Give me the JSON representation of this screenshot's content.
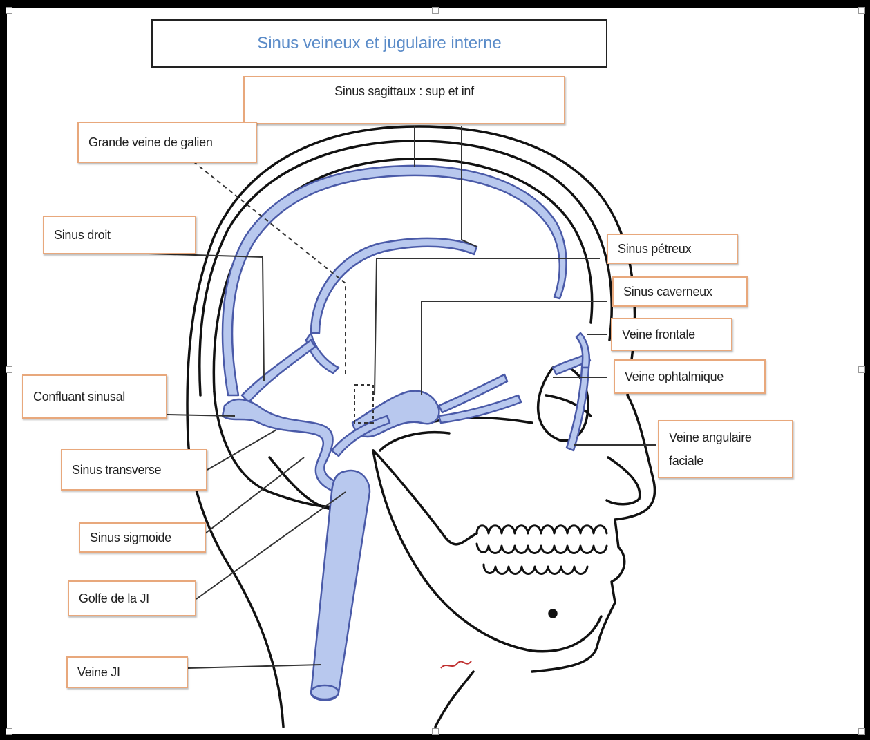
{
  "title": "Sinus veineux et jugulaire interne",
  "labels": {
    "sinus_sagittaux": "Sinus sagittaux : sup et inf",
    "grande_veine": "Grande veine de galien",
    "sinus_droit": "Sinus droit",
    "confluant": "Confluant sinusal",
    "sinus_transverse": "Sinus transverse",
    "sinus_sigmoide": "Sinus sigmoide",
    "golfe": "Golfe de la JI",
    "veine_ji": "Veine JI",
    "sinus_petreux": "Sinus pétreux",
    "sinus_caverneux": "Sinus caverneux",
    "veine_frontale": "Veine frontale",
    "veine_ophtalmique": "Veine ophtalmique",
    "veine_angulaire_l1": "Veine angulaire",
    "veine_angulaire_l2": "faciale"
  },
  "colors": {
    "box_border": "#e8a87c",
    "title_text": "#5a8bc8",
    "vein_fill": "#b8c8ee",
    "vein_stroke": "#4a5aa8"
  }
}
